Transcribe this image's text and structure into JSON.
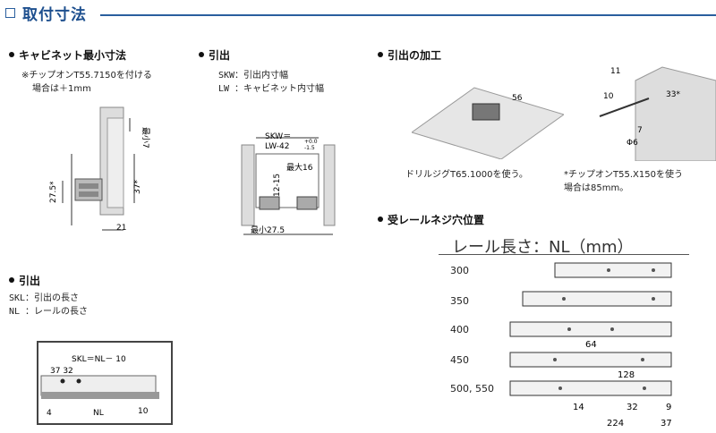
{
  "header": {
    "title": "取付寸法"
  },
  "cabinet_min": {
    "heading": "キャビネット最小寸法",
    "note_line1": "※チップオンT55.7150を付ける",
    "note_line2": "場合は＋1mm",
    "dims": {
      "min7": "最小7",
      "d27_5": "27.5*",
      "d37": "37*",
      "d21": "21"
    }
  },
  "pullout_top": {
    "heading": "引出",
    "legend_line1": "SKW：引出内寸幅",
    "legend_line2": "LW ：キャビネット内寸幅",
    "dims": {
      "skw": "SKW＝",
      "lw42": "LW-42",
      "tol_plus": "+0.0",
      "tol_minus": "-1.5",
      "max16": "最大16",
      "d12_15": "12-15",
      "min27_5": "最小27.5"
    }
  },
  "pullout_left": {
    "heading": "引出",
    "legend_line1": "SKL：引出の長さ",
    "legend_line2": "NL ：レールの長さ",
    "dims": {
      "skl": "SKL＝NL－ 10",
      "d37_32": "37 32",
      "d4": "4",
      "nl": "NL",
      "d10": "10"
    }
  },
  "machining": {
    "heading": "引出の加工",
    "jig_note": "ドリルジグT65.1000を使う。",
    "tip_note_line1": "*チップオンT55.X150を使う",
    "tip_note_line2": "場合は85mm。",
    "dims": {
      "d56": "56",
      "d11": "11",
      "d10": "10",
      "d7": "7",
      "phi6": "Φ6",
      "d33": "33*"
    }
  },
  "screw_holes": {
    "heading": "受レールネジ穴位置",
    "rail_title": "レール長さ：NL（mm）",
    "lengths": [
      "300",
      "350",
      "400",
      "450",
      "500, 550"
    ],
    "dims": {
      "d64": "64",
      "d128": "128",
      "d14": "14",
      "d32": "32",
      "d9": "9",
      "d224": "224",
      "d37": "37"
    }
  }
}
